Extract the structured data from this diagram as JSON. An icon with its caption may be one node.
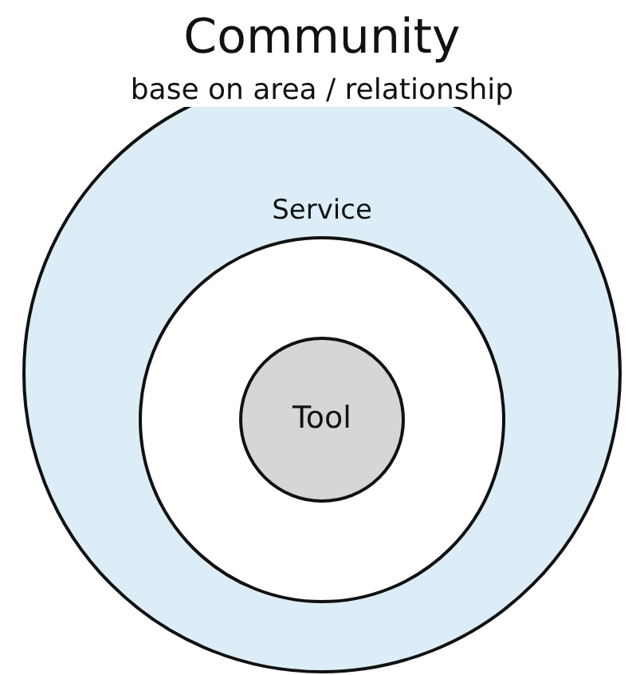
{
  "diagram": {
    "nodes": [
      {
        "text": [
          "Community",
          "base on area / relationship"
        ]
      },
      {
        "text": [
          "Service"
        ],
        "in": 0
      },
      {
        "text": [
          "Tool"
        ],
        "in": 1
      }
    ]
  }
}
